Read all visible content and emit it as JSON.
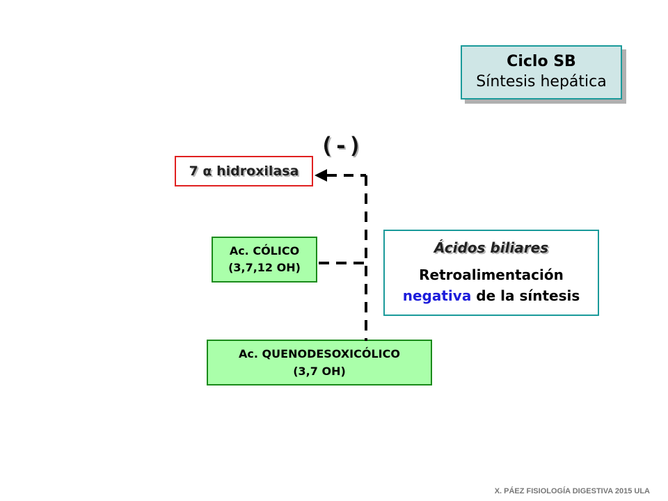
{
  "title": {
    "line1": "Ciclo SB",
    "line2": "Síntesis hepática"
  },
  "enzyme": {
    "label": "7 α hidroxilasa"
  },
  "inhibition_sign": "(-)",
  "colico": {
    "line1": "Ac. CÓLICO",
    "line2": "(3,7,12 OH)"
  },
  "quenodesoxicolico": {
    "line1": "Ac. QUENODESOXICÓLICO",
    "line2": "(3,7 OH)"
  },
  "acidos_biliares": {
    "heading": "Ácidos biliares",
    "line1": "Retroalimentación",
    "line2_highlight": "negativa",
    "line2_rest": " de la síntesis"
  },
  "footer": "X. PÁEZ   FISIOLOGÍA DIGESTIVA 2015 ULA",
  "colors": {
    "title_fill": "#cfe6e6",
    "title_border": "#1a9a9a",
    "enzyme_border": "#e02020",
    "acid_fill": "#aaffaa",
    "acid_border": "#1a8a1a",
    "highlight_text": "#1d1ddb"
  }
}
